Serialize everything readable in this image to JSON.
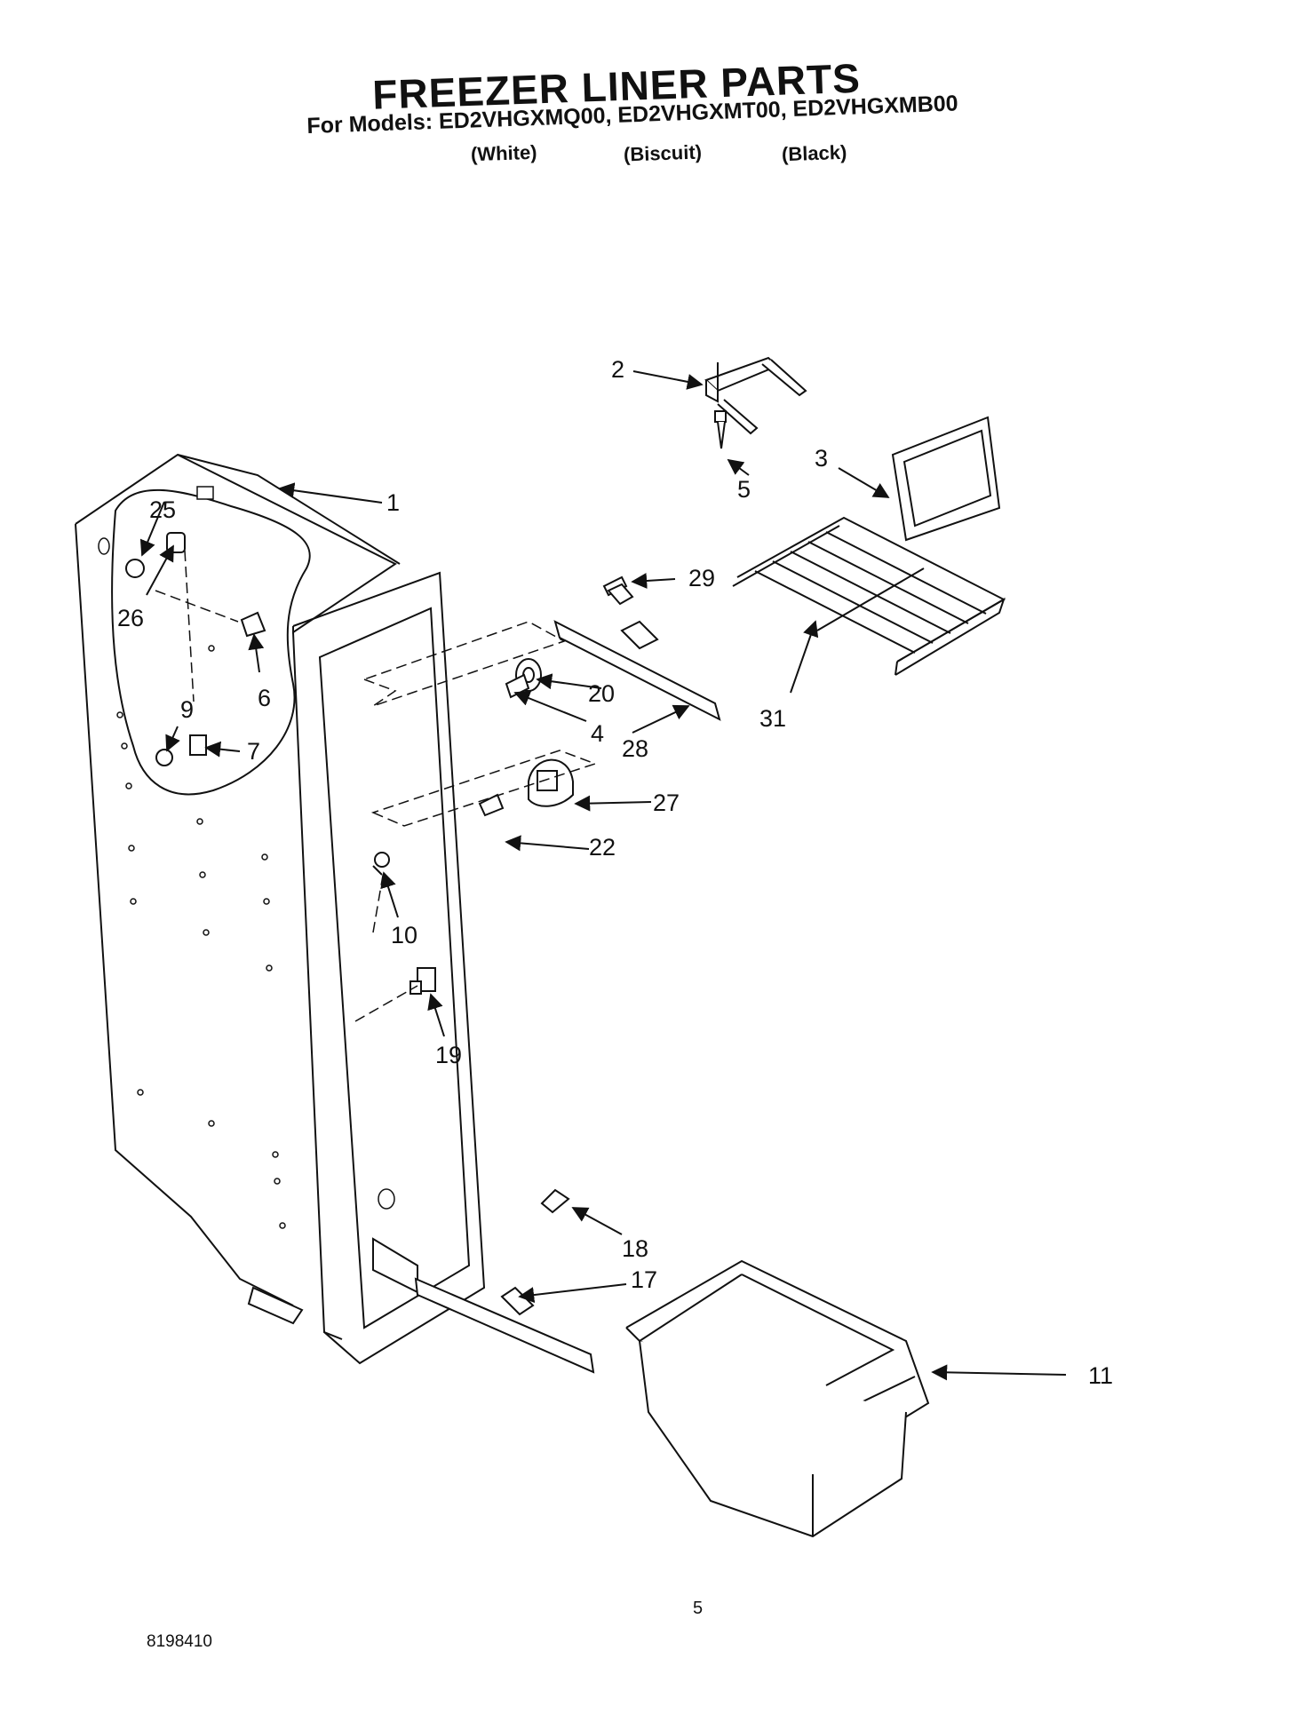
{
  "header": {
    "title": "FREEZER LINER PARTS",
    "models_line": "For Models: ED2VHGXMQ00, ED2VHGXMT00, ED2VHGXMB00",
    "colors": [
      "(White)",
      "(Biscuit)",
      "(Black)"
    ]
  },
  "callouts": [
    {
      "id": "1",
      "label": "1"
    },
    {
      "id": "2",
      "label": "2"
    },
    {
      "id": "3",
      "label": "3"
    },
    {
      "id": "4",
      "label": "4"
    },
    {
      "id": "5",
      "label": "5"
    },
    {
      "id": "6",
      "label": "6"
    },
    {
      "id": "7",
      "label": "7"
    },
    {
      "id": "9",
      "label": "9"
    },
    {
      "id": "10",
      "label": "10"
    },
    {
      "id": "11",
      "label": "11"
    },
    {
      "id": "17",
      "label": "17"
    },
    {
      "id": "18",
      "label": "18"
    },
    {
      "id": "19",
      "label": "19"
    },
    {
      "id": "20",
      "label": "20"
    },
    {
      "id": "22",
      "label": "22"
    },
    {
      "id": "25",
      "label": "25"
    },
    {
      "id": "26",
      "label": "26"
    },
    {
      "id": "27",
      "label": "27"
    },
    {
      "id": "28",
      "label": "28"
    },
    {
      "id": "29",
      "label": "29"
    },
    {
      "id": "31",
      "label": "31"
    }
  ],
  "footer": {
    "page_number": "5",
    "document_number": "8198410"
  }
}
